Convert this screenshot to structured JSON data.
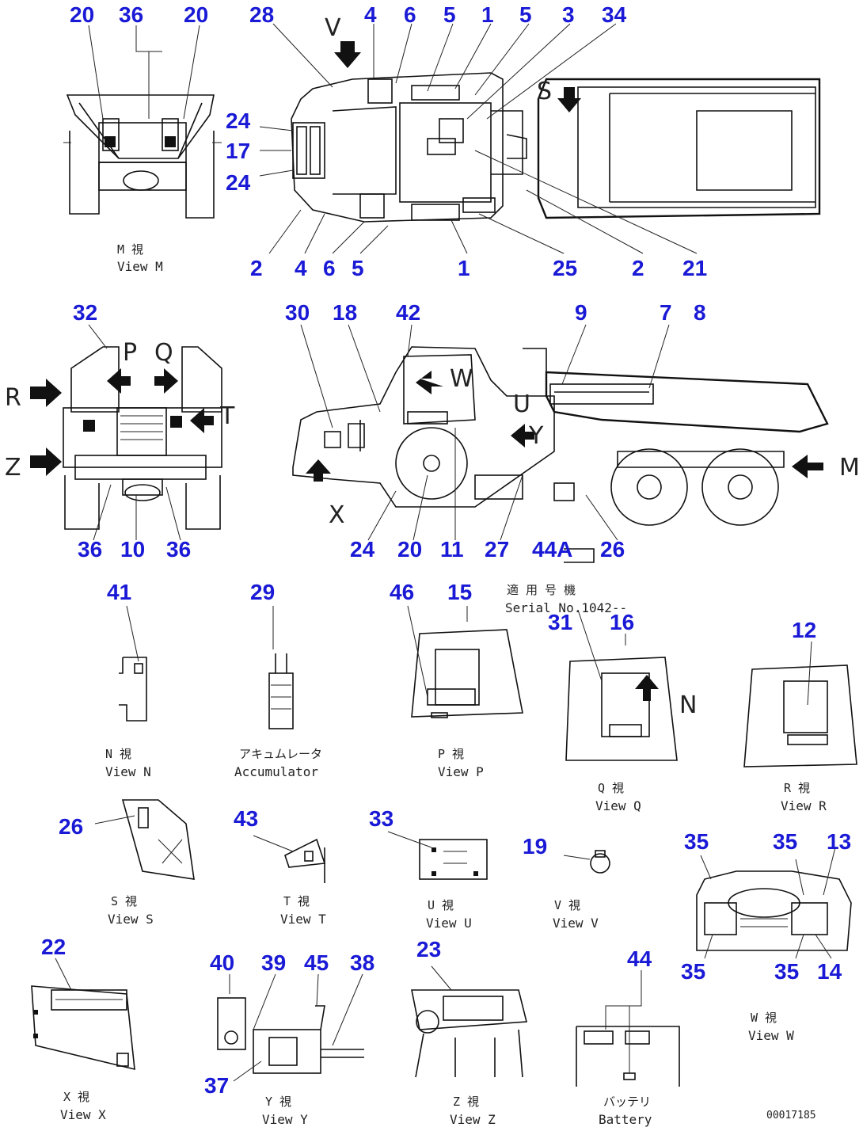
{
  "callouts": {
    "viewM": [
      "20",
      "36",
      "20"
    ],
    "top": [
      "28",
      "4",
      "6",
      "5",
      "1",
      "5",
      "3",
      "34",
      "24",
      "17",
      "24",
      "2",
      "4",
      "6",
      "5",
      "1",
      "25",
      "2",
      "21"
    ],
    "rear": [
      "32",
      "36",
      "10",
      "36"
    ],
    "side": [
      "30",
      "18",
      "42",
      "9",
      "7",
      "8",
      "24",
      "20",
      "11",
      "27",
      "44A",
      "26"
    ],
    "row3": [
      "41",
      "29",
      "46",
      "15",
      "31",
      "16",
      "12"
    ],
    "row4": [
      "26",
      "43",
      "33",
      "19",
      "35",
      "35",
      "13",
      "35",
      "35",
      "14"
    ],
    "row5": [
      "22",
      "40",
      "39",
      "45",
      "38",
      "37",
      "23",
      "44"
    ]
  },
  "arrow_labels": [
    "V",
    "S",
    "R",
    "P",
    "Q",
    "T",
    "Z",
    "W",
    "U",
    "X",
    "M",
    "N",
    "Y"
  ],
  "serial": {
    "jp": "適 用 号 機",
    "en": "Serial No.1042--"
  },
  "captions": [
    {
      "jp": "M  視",
      "en": "View M"
    },
    {
      "jp": "N  視",
      "en": "View N"
    },
    {
      "jp": "アキュムレータ",
      "en": "Accumulator"
    },
    {
      "jp": "P  視",
      "en": "View P"
    },
    {
      "jp": "Q  視",
      "en": "View Q"
    },
    {
      "jp": "R  視",
      "en": "View R"
    },
    {
      "jp": "S  視",
      "en": "View S"
    },
    {
      "jp": "T  視",
      "en": "View T"
    },
    {
      "jp": "U  視",
      "en": "View U"
    },
    {
      "jp": "V  視",
      "en": "View V"
    },
    {
      "jp": "W  視",
      "en": "View W"
    },
    {
      "jp": "X  視",
      "en": "View X"
    },
    {
      "jp": "Y  視",
      "en": "View Y"
    },
    {
      "jp": "Z  視",
      "en": "View Z"
    },
    {
      "jp": "バッテリ",
      "en": "Battery"
    }
  ],
  "drawing_number": "00017185"
}
